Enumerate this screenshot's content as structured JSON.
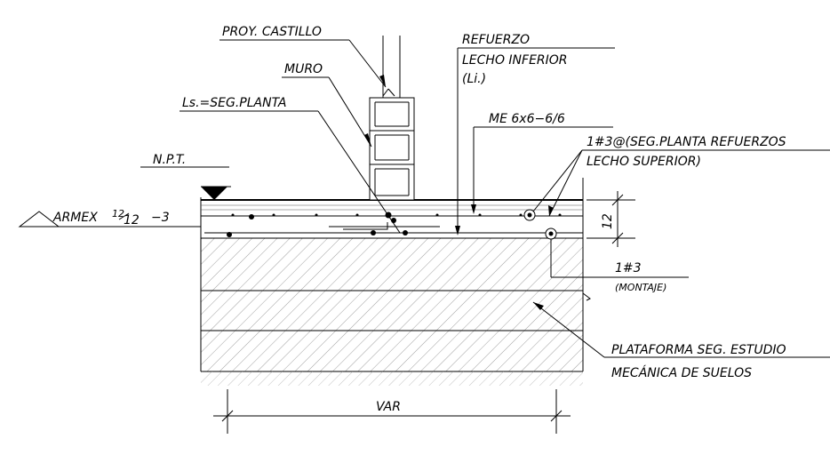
{
  "labels": {
    "proy_castillo": "PROY. CASTILLO",
    "muro": "MURO",
    "ls_seg_planta": "Ls.=SEG.PLANTA",
    "npt": "N.P.T.",
    "armex_prefix": "ARMEX",
    "armex_frac_num": "12",
    "armex_frac_den": "12",
    "armex_suffix": "−3",
    "refuerzo_1": "REFUERZO",
    "refuerzo_2": "LECHO INFERIOR",
    "refuerzo_3": "(Li.)",
    "me": "ME  6x6−6/6",
    "bar_sup_1": "1#3@(SEG.PLANTA  REFUERZOS",
    "bar_sup_2": "LECHO SUPERIOR)",
    "dim_12": "12",
    "montaje_1": "1#3",
    "montaje_2": "(MONTAJE)",
    "plataforma_1": "PLATAFORMA  SEG.  ESTUDIO",
    "plataforma_2": "MECÁNICA  DE  SUELOS",
    "var": "VAR"
  },
  "colors": {
    "line": "#000000",
    "hatch": "#666666",
    "background": "#ffffff"
  }
}
